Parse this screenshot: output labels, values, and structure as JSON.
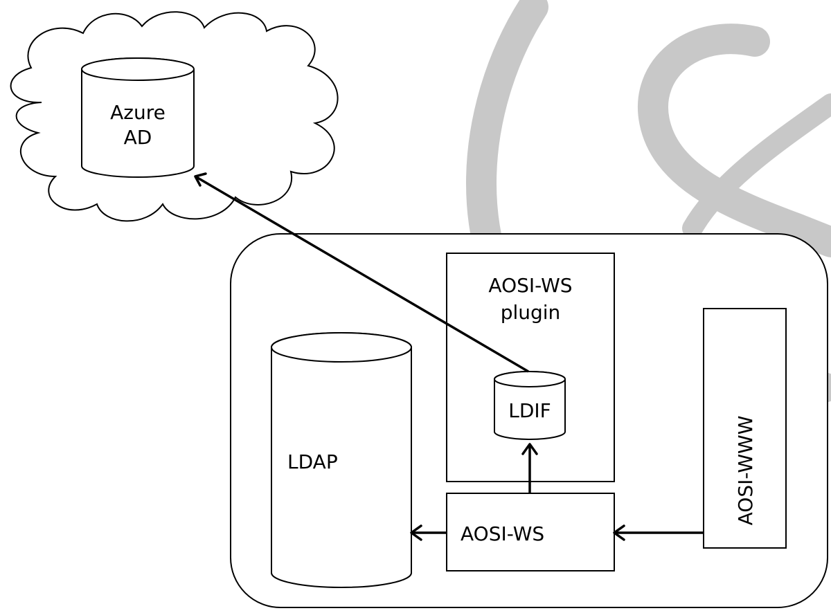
{
  "colors": {
    "stroke": "#000000",
    "background": "#ffffff",
    "watermark": "#c8c8c8"
  },
  "watermark": {
    "icon": "heart-swirl-logo-icon"
  },
  "cloud": {
    "icon": "cloud-icon",
    "database": {
      "icon": "database-cylinder-icon",
      "line1": "Azure",
      "line2": "AD"
    }
  },
  "server": {
    "ldap": {
      "icon": "database-cylinder-icon",
      "label": "LDAP"
    },
    "plugin": {
      "line1": "AOSI-WS",
      "line2": "plugin",
      "ldif": {
        "icon": "database-cylinder-icon",
        "label": "LDIF"
      }
    },
    "ws": {
      "label": "AOSI-WS"
    },
    "www": {
      "label": "AOSI-WWW"
    }
  },
  "connections": [
    {
      "from": "LDIF",
      "to": "Azure AD"
    },
    {
      "from": "AOSI-WS",
      "to": "LDIF"
    },
    {
      "from": "AOSI-WS",
      "to": "LDAP"
    },
    {
      "from": "AOSI-WWW",
      "to": "AOSI-WS"
    }
  ]
}
